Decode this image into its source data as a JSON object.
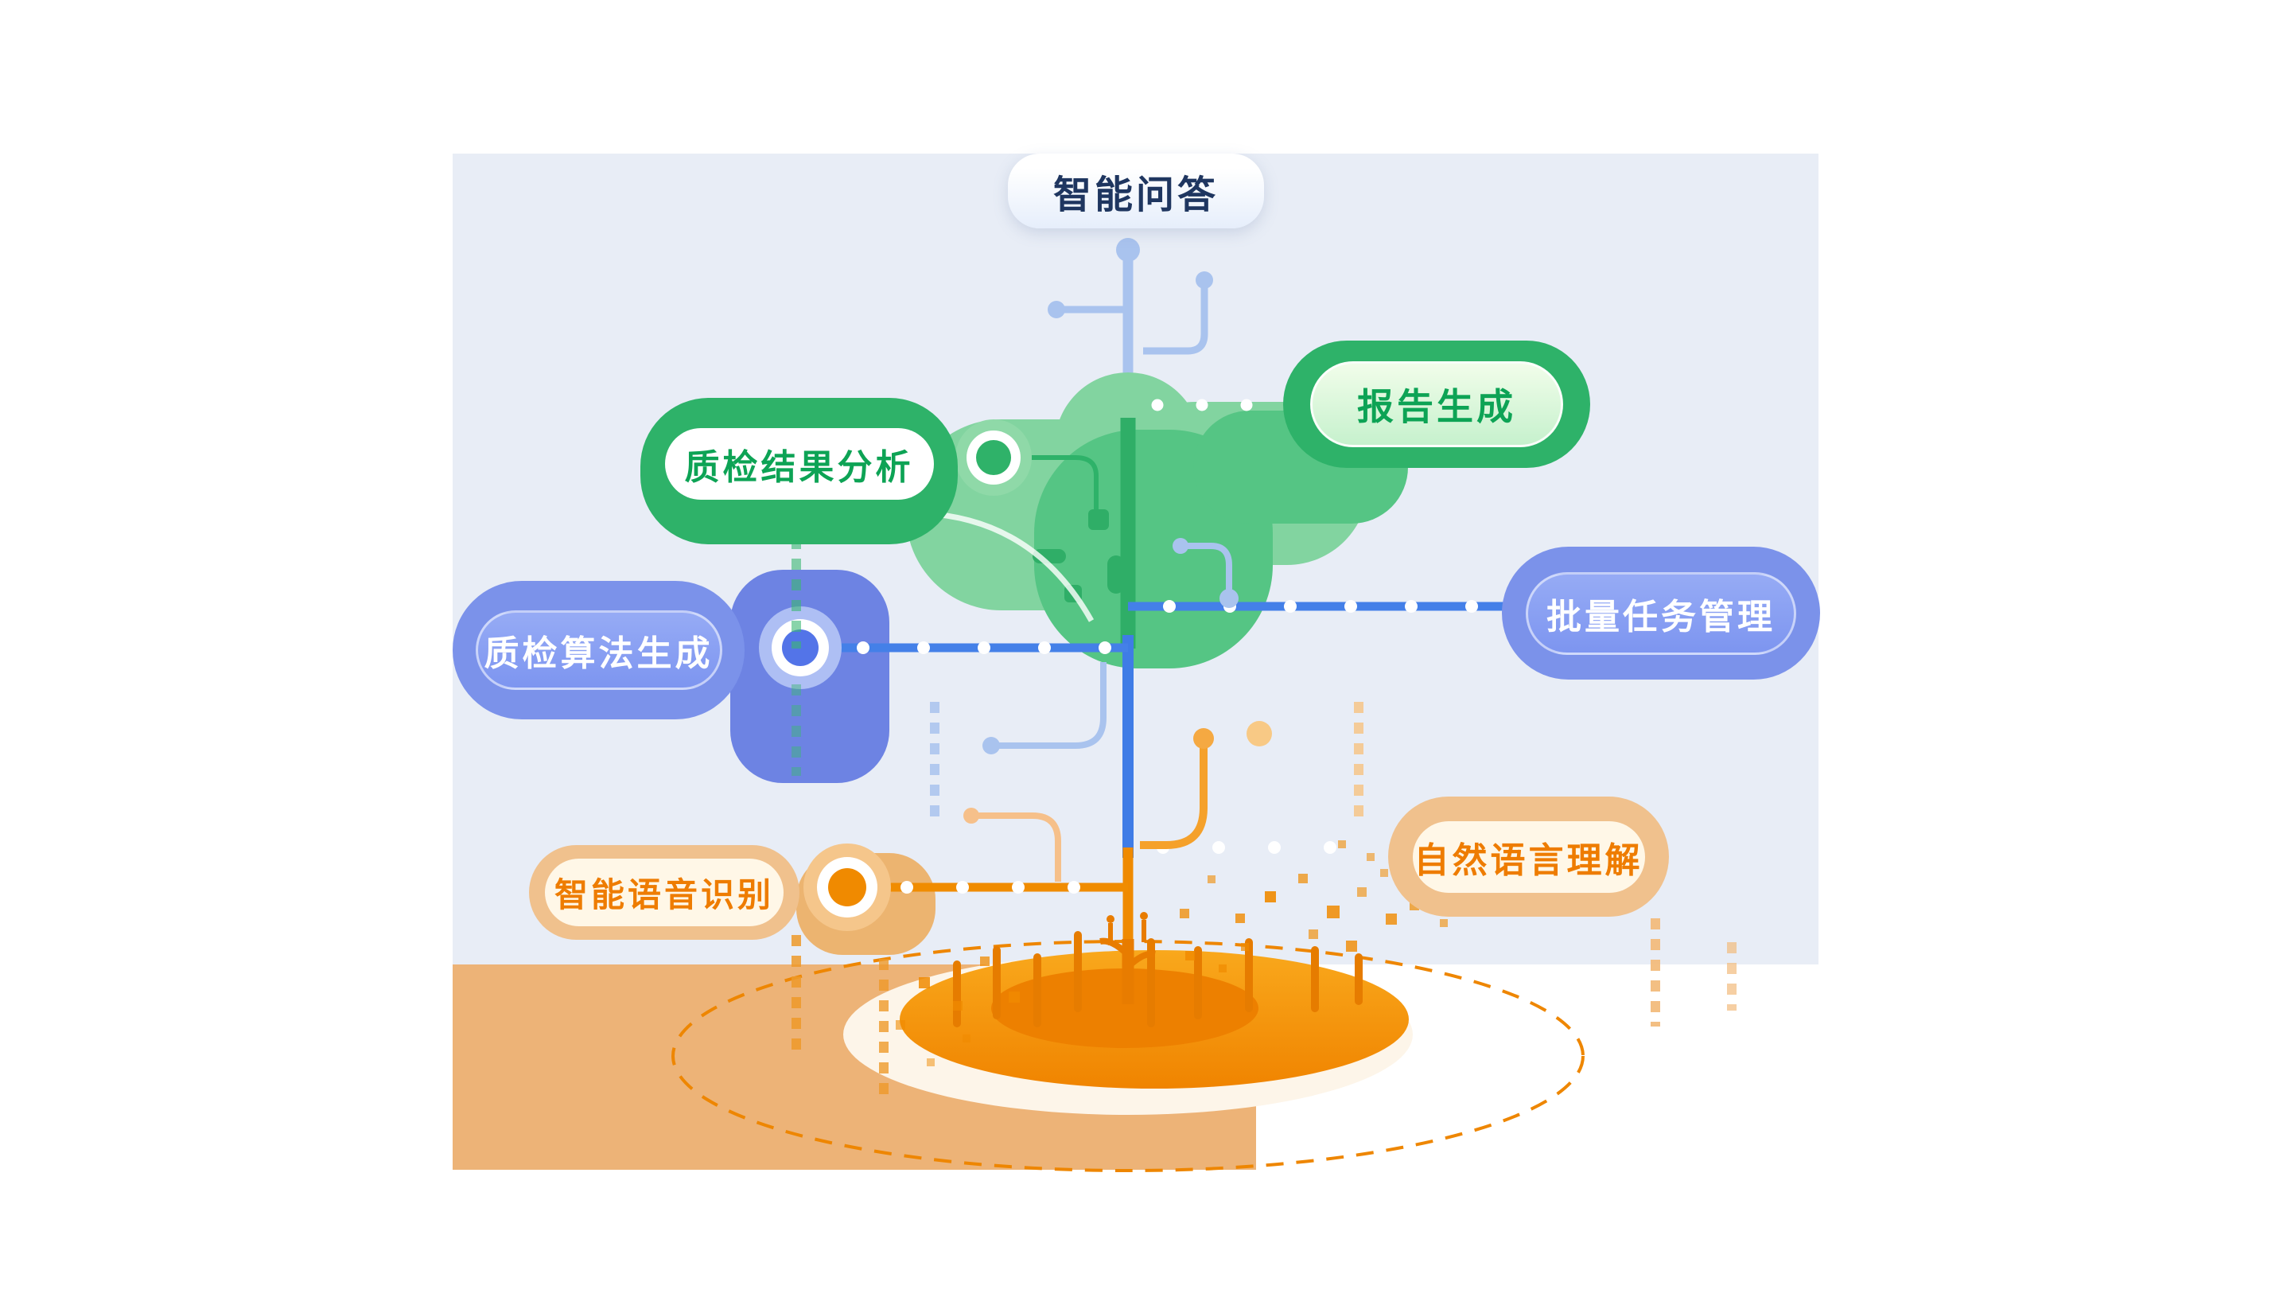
{
  "diagram": {
    "type": "capability-tree",
    "nodes": [
      {
        "id": "intelligent-qa",
        "label": "智能问答",
        "theme": "lightblue"
      },
      {
        "id": "report-generation",
        "label": "报告生成",
        "theme": "green"
      },
      {
        "id": "inspection-result-analysis",
        "label": "质检结果分析",
        "theme": "green"
      },
      {
        "id": "batch-task-management",
        "label": "批量任务管理",
        "theme": "blue"
      },
      {
        "id": "inspection-algorithm-generation",
        "label": "质检算法生成",
        "theme": "blue"
      },
      {
        "id": "natural-language-understanding",
        "label": "自然语言理解",
        "theme": "orange"
      },
      {
        "id": "intelligent-speech-recognition",
        "label": "智能语音识别",
        "theme": "orange"
      }
    ],
    "colors": {
      "panel": "#e8edf6",
      "panel_orange": "#edb377",
      "green": "#2eb269",
      "green_text": "#0da355",
      "blue": "#7b92ea",
      "branch_blue": "#4480e8",
      "orange": "#f08a00",
      "tan": "#f0c18d",
      "orange_text": "#ee7c00",
      "lightblue": "#a9c3ee",
      "navy_text": "#1f3660"
    }
  }
}
